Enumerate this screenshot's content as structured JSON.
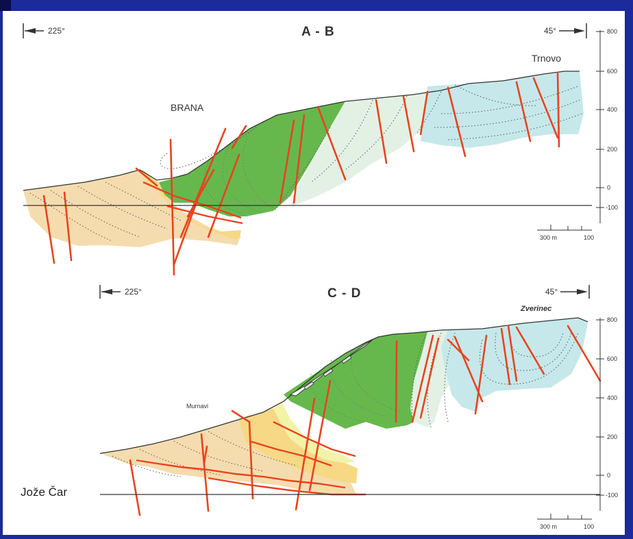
{
  "sections": [
    {
      "title": "A - B",
      "left_direction": "225°",
      "right_direction": "45°",
      "place_labels": [
        "BRANA",
        "Trnovo"
      ],
      "elevation_ticks": [
        "800",
        "600",
        "400",
        "200",
        "0",
        "-100"
      ],
      "scale": {
        "left": "300 m",
        "right": "100"
      }
    },
    {
      "title": "C - D",
      "left_direction": "225°",
      "right_direction": "45°",
      "place_labels": [
        "Murnavi",
        "Zverinec"
      ],
      "elevation_ticks": [
        "800",
        "600",
        "400",
        "200",
        "0",
        "-100"
      ],
      "scale": {
        "left": "300 m",
        "right": "100"
      }
    }
  ],
  "author": "Jože Čar",
  "colors": {
    "frame": "#1c2a9a",
    "fault": "#e8431e",
    "unit_tan": "#f5dcae",
    "unit_yellow": "#f7d884",
    "unit_green": "#66b84d",
    "unit_pale_green": "#e3f1e4",
    "unit_light_blue": "#c6e8ea"
  }
}
